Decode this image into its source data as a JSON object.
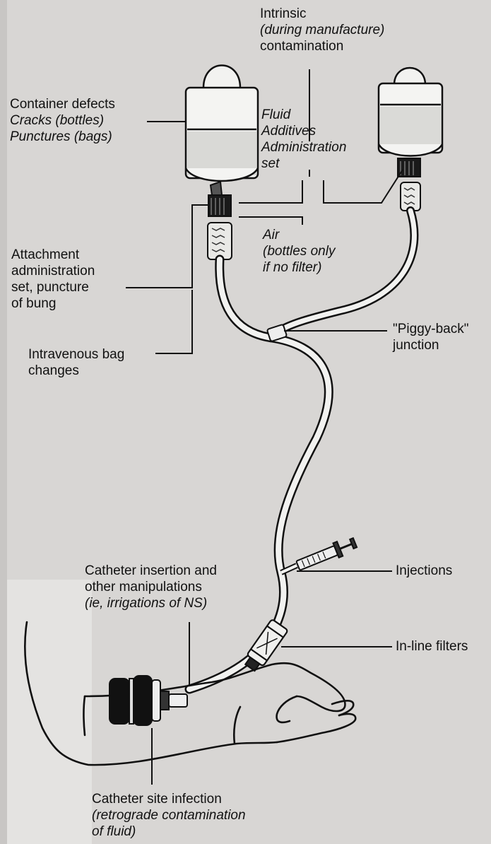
{
  "labels": {
    "intrinsic": [
      "Intrinsic",
      "(during manufacture)",
      "contamination"
    ],
    "container_defects": [
      "Container defects",
      "Cracks (bottles)",
      "Punctures (bags)"
    ],
    "fluid_sources": [
      "Fluid",
      "Additives",
      "Administration",
      "set"
    ],
    "air": [
      "Air",
      "(bottles only",
      "if no filter)"
    ],
    "attachment": [
      "Attachment",
      "administration",
      "set, puncture",
      "of bung"
    ],
    "bag_changes": [
      "Intravenous bag",
      "changes"
    ],
    "piggy_back": [
      "\"Piggy-back\"",
      "junction"
    ],
    "catheter_insertion": [
      "Catheter insertion and",
      "other manipulations",
      "(ie, irrigations of NS)"
    ],
    "injections": "Injections",
    "inline_filters": "In-line filters",
    "catheter_site": [
      "Catheter site infection",
      "(retrograde contamination",
      "of fluid)"
    ]
  }
}
